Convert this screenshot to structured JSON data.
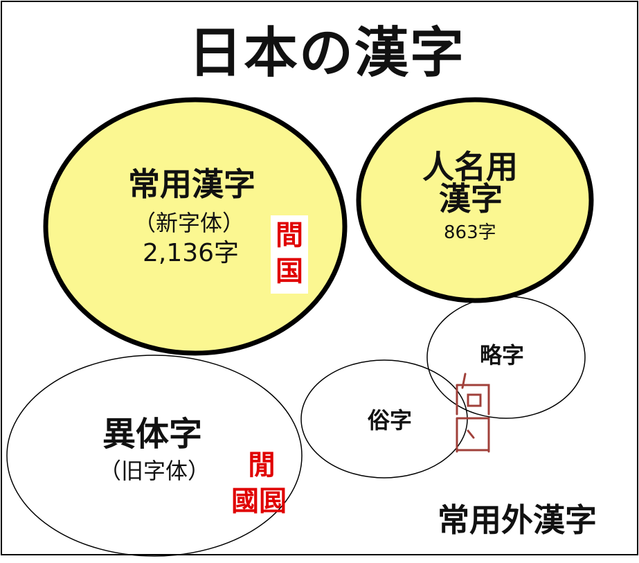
{
  "title": "日本の漢字",
  "joyo": {
    "name": "常用漢字",
    "form": "（新字体）",
    "count": "2,136字",
    "examples": [
      "間",
      "国"
    ]
  },
  "jinmei": {
    "name_line1": "人名用",
    "name_line2": "漢字",
    "count": "863字"
  },
  "itaiji": {
    "name": "異体字",
    "form": "（旧字体）",
    "examples_line1": "閒",
    "examples_line2": "國囻"
  },
  "ryakuji": {
    "name": "略字"
  },
  "zokuji": {
    "name": "俗字"
  },
  "handwritten_example": "門",
  "outside_label": "常用外漢字",
  "colors": {
    "highlight_fill": "#fbf791",
    "example_red": "#e00000",
    "handwritten_red": "#a0403a",
    "outline": "#000000"
  }
}
